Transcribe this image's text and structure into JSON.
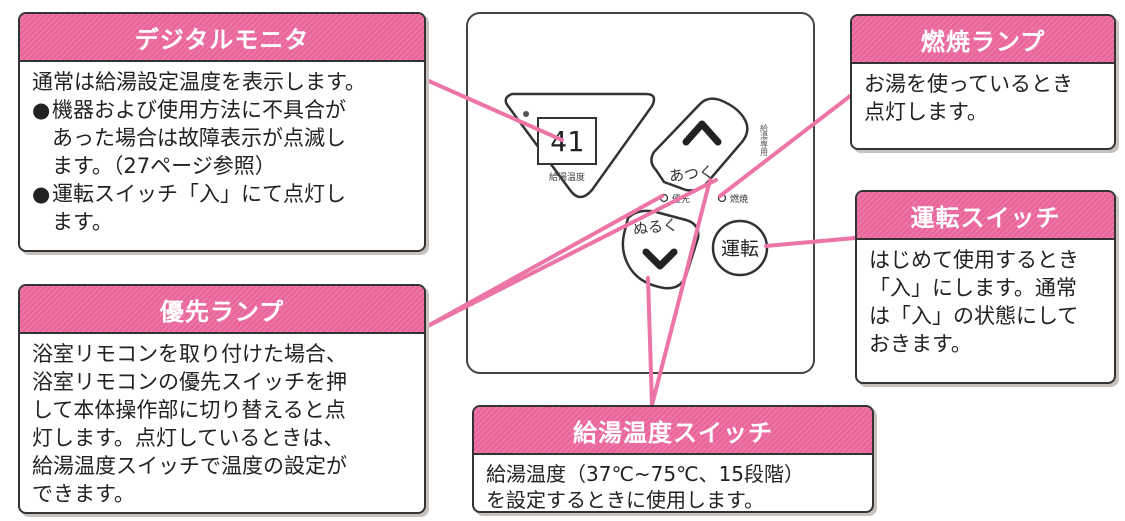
{
  "callouts": {
    "digital_monitor": {
      "title": "デジタルモニタ",
      "intro": "通常は給湯設定温度を表示します。",
      "bullet_mark": "●",
      "bullet1": [
        "機器および使用方法に不具合が",
        "あった場合は故障表示が点滅し",
        "ます。（27ページ参照）"
      ],
      "bullet2": [
        "運転スイッチ「入」にて点灯し",
        "ます。"
      ]
    },
    "priority_lamp": {
      "title": "優先ランプ",
      "lines": [
        "浴室リモコンを取り付けた場合、",
        "浴室リモコンの優先スイッチを押",
        "して本体操作部に切り替えると点",
        "灯します。点灯しているときは、",
        "給湯温度スイッチで温度の設定が",
        "できます。"
      ]
    },
    "combustion_lamp": {
      "title": "燃焼ランプ",
      "lines": [
        "お湯を使っているとき",
        "点灯します。"
      ]
    },
    "operation_switch": {
      "title": "運転スイッチ",
      "lines": [
        "はじめて使用するとき",
        "「入」にします。通常",
        "は「入」の状態にして",
        "おきます。"
      ]
    },
    "temp_switch": {
      "title": "給湯温度スイッチ",
      "lines": [
        "給湯温度（37℃~75℃、15段階）",
        "を設定するときに使用します。"
      ]
    }
  },
  "device": {
    "display_value": "41",
    "display_caption": "給湯温度",
    "up_label": "あつく",
    "down_label": "ぬるく",
    "power_label": "運転",
    "priority_label": "優先",
    "combustion_label": "燃焼",
    "side_label": "給湯専用"
  },
  "colors": {
    "header_pink": "#e9659c",
    "leader_pink": "#ec74a7",
    "outline": "#333333"
  }
}
